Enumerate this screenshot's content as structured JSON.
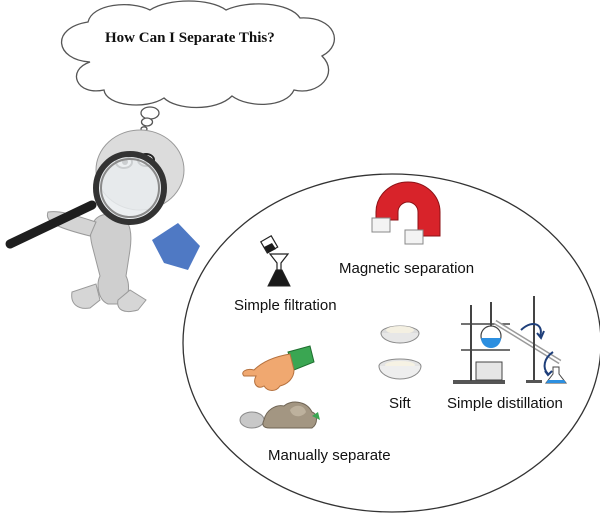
{
  "thought_bubble": {
    "text": "How Can I Separate This?"
  },
  "methods": {
    "filtration": "Simple filtration",
    "magnetic": "Magnetic separation",
    "sift": "Sift",
    "distillation": "Simple distillation",
    "manual": "Manually separate"
  },
  "colors": {
    "pointer": "#4f79c4",
    "magnet": "#d8232a",
    "figure": "#d9d9d9",
    "flask_liquid": "#2c8fe0",
    "glove": "#3aa652"
  },
  "icons": [
    "thinking-figure-icon",
    "magnifying-glass-icon",
    "magnet-icon",
    "filtration-icon",
    "sieve-bowl-icon",
    "distillation-apparatus-icon",
    "hand-icon",
    "rocks-icon"
  ]
}
